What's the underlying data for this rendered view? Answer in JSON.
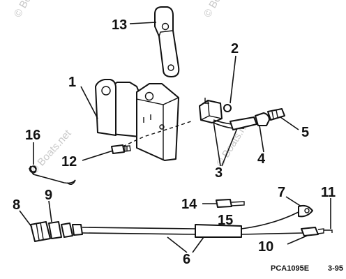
{
  "watermark": {
    "text": "© Boats.net"
  },
  "callouts": [
    "1",
    "2",
    "3",
    "4",
    "5",
    "6",
    "7",
    "8",
    "9",
    "10",
    "11",
    "12",
    "13",
    "14",
    "15",
    "16"
  ],
  "footer": {
    "part_code": "PCA1095E",
    "date_code": "3-95"
  }
}
